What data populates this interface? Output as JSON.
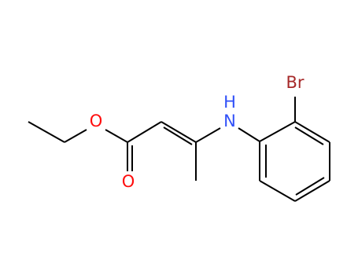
{
  "atoms": {
    "oxygen_ester_label": "O",
    "oxygen_carbonyl_label": "O",
    "nitrogen_label": "N",
    "hydrogen_label": "H",
    "bromine_label": "Br"
  },
  "colors": {
    "oxygen": "#ff0d0d",
    "nitrogen": "#3050f8",
    "bromine": "#a62929",
    "bond": "#000000",
    "background": "#ffffff"
  }
}
